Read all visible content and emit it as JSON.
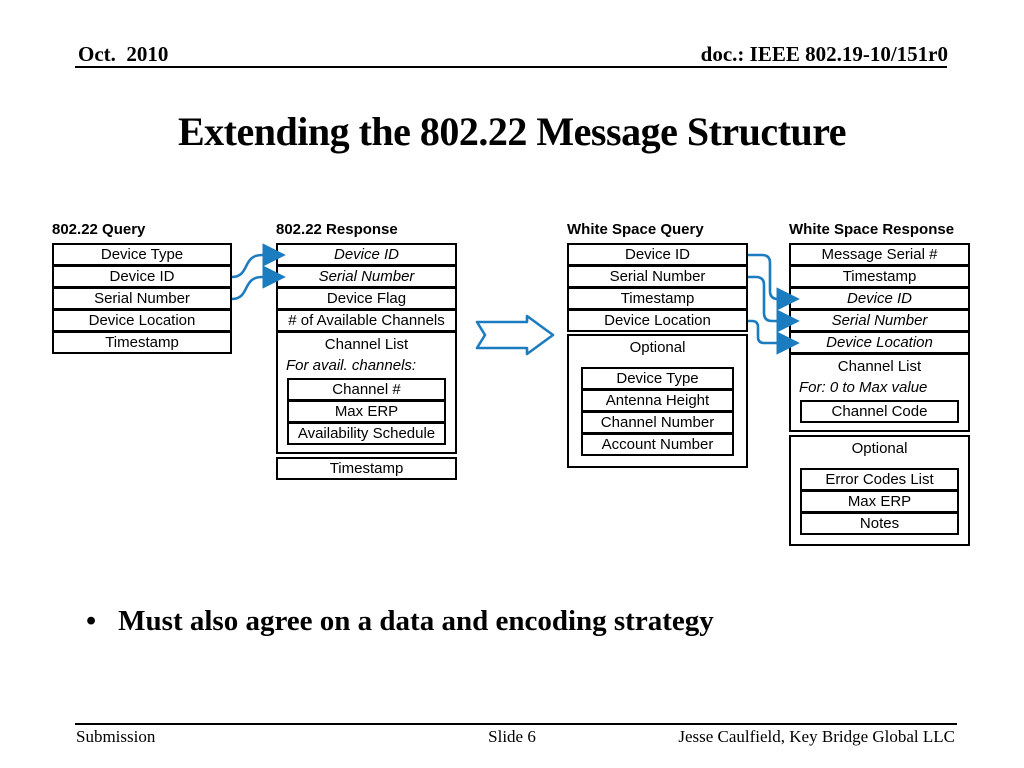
{
  "slide": {
    "header": {
      "date": "Oct.  2010",
      "doc": "doc.: IEEE 802.19-10/151r0"
    },
    "title": "Extending the 802.22 Message Structure",
    "bullet_marker": "•",
    "bullet": "Must also agree on a data and encoding strategy",
    "footer": {
      "left": "Submission",
      "center": "Slide 6",
      "right": "Jesse Caulfield, Key Bridge Global LLC"
    }
  },
  "colors": {
    "background": "#ffffff",
    "box_border": "#000000",
    "connector_blue": "#1c7cc0"
  },
  "diagram": {
    "col1": {
      "title": "802.22 Query",
      "rows": [
        "Device Type",
        "Device ID",
        "Serial Number",
        "Device Location",
        "Timestamp"
      ]
    },
    "col2": {
      "title": "802.22 Response",
      "rows": [
        "Device ID",
        "Serial Number",
        "Device Flag",
        "# of Available Channels"
      ],
      "channel_list": {
        "label": "Channel List",
        "note": "For avail. channels:",
        "nested": [
          "Channel #",
          "Max ERP",
          "Availability Schedule"
        ]
      },
      "timestamp": "Timestamp"
    },
    "col3": {
      "title": "White Space Query",
      "rows": [
        "Device ID",
        "Serial Number",
        "Timestamp",
        "Device Location"
      ],
      "optional": {
        "label": "Optional",
        "nested": [
          "Device Type",
          "Antenna Height",
          "Channel Number",
          "Account Number"
        ]
      }
    },
    "col4": {
      "title": "White Space Response",
      "rows": [
        "Message Serial #",
        "Timestamp",
        "Device ID",
        "Serial Number",
        "Device Location"
      ],
      "channel_list": {
        "label": "Channel List",
        "note": "For: 0 to Max value",
        "nested": [
          "Channel Code"
        ]
      },
      "optional": {
        "label": "Optional",
        "nested": [
          "Error Codes List",
          "Max ERP",
          "Notes"
        ]
      }
    }
  }
}
